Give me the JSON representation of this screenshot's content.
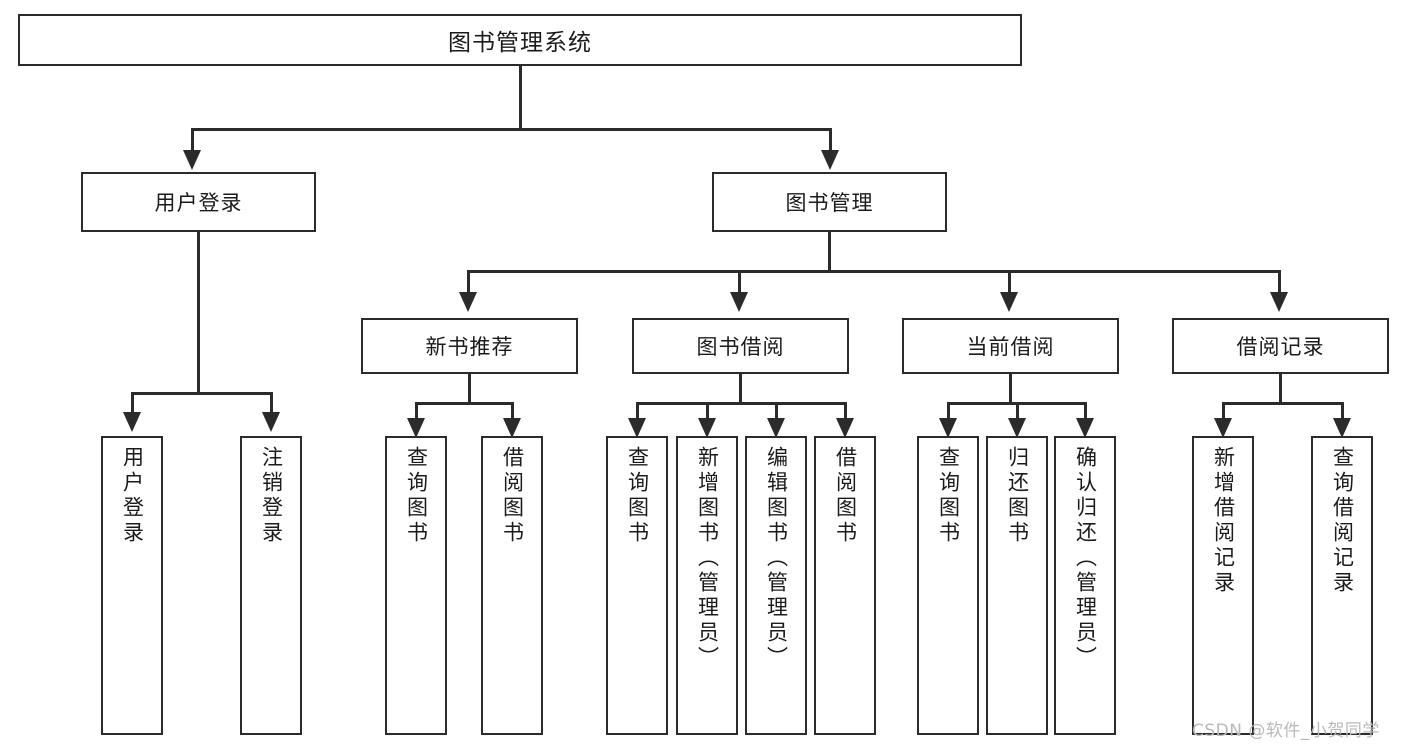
{
  "diagram": {
    "type": "tree-hierarchy-diagram",
    "title": "图书管理系统",
    "root": {
      "id": "root",
      "label": "图书管理系统"
    },
    "level1": [
      {
        "id": "user-login",
        "label": "用户登录"
      },
      {
        "id": "book-management",
        "label": "图书管理"
      }
    ],
    "level2": [
      {
        "id": "new-book-recommend",
        "label": "新书推荐",
        "parent": "book-management"
      },
      {
        "id": "book-borrow",
        "label": "图书借阅",
        "parent": "book-management"
      },
      {
        "id": "current-borrow",
        "label": "当前借阅",
        "parent": "book-management"
      },
      {
        "id": "borrow-record",
        "label": "借阅记录",
        "parent": "book-management"
      }
    ],
    "leaves": [
      {
        "id": "leaf-user-login",
        "label": "用户登录",
        "parent": "user-login"
      },
      {
        "id": "leaf-logout-login",
        "label": "注销登录",
        "parent": "user-login"
      },
      {
        "id": "leaf-query-book-1",
        "label": "查询图书",
        "parent": "new-book-recommend"
      },
      {
        "id": "leaf-borrow-book-1",
        "label": "借阅图书",
        "parent": "new-book-recommend"
      },
      {
        "id": "leaf-query-book-2",
        "label": "查询图书",
        "parent": "book-borrow"
      },
      {
        "id": "leaf-add-book",
        "label": "新增图书（管理员）",
        "parent": "book-borrow"
      },
      {
        "id": "leaf-edit-book",
        "label": "编辑图书（管理员）",
        "parent": "book-borrow"
      },
      {
        "id": "leaf-borrow-book-2",
        "label": "借阅图书",
        "parent": "book-borrow"
      },
      {
        "id": "leaf-query-book-3",
        "label": "查询图书",
        "parent": "current-borrow"
      },
      {
        "id": "leaf-return-book",
        "label": "归还图书",
        "parent": "current-borrow"
      },
      {
        "id": "leaf-confirm-return",
        "label": "确认归还（管理员）",
        "parent": "current-borrow"
      },
      {
        "id": "leaf-add-record",
        "label": "新增借阅记录",
        "parent": "borrow-record"
      },
      {
        "id": "leaf-query-record",
        "label": "查询借阅记录",
        "parent": "borrow-record"
      }
    ],
    "watermark": "CSDN @软件_小贺同学",
    "colors": {
      "stroke": "#2b2b2b",
      "fill": "#ffffff",
      "text": "#1b1b1b",
      "watermark": "#b9b9b9"
    }
  }
}
